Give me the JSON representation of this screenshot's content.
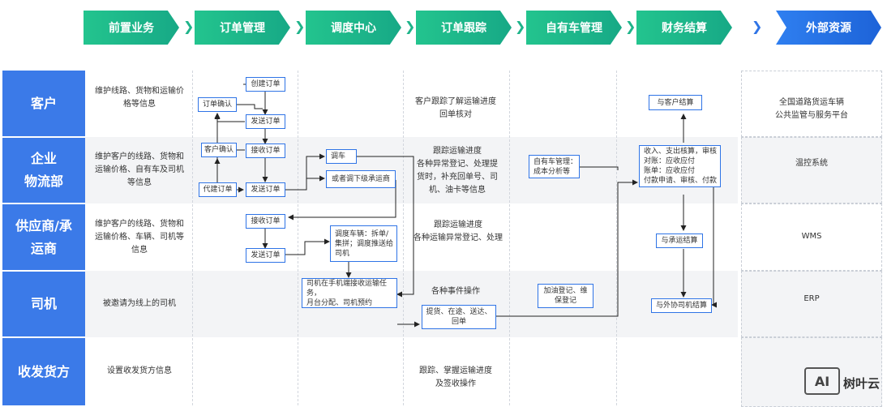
{
  "stages": [
    "前置业务",
    "订单管理",
    "调度中心",
    "订单跟踪",
    "自有车管理",
    "财务结算",
    "外部资源"
  ],
  "rows": [
    "客户",
    "企业\n物流部",
    "供应商/承\n运商",
    "司机",
    "收发货方"
  ],
  "descriptions": {
    "customer": "维护线路、货物和运输价\n格等信息",
    "enterprise": "维护客户的线路、货物和\n运输价格、自有车及司机\n等信息",
    "supplier": "维护客户的线路、货物和\n运输价格、车辆、司机等\n信息",
    "driver": "被邀请为线上的司机",
    "consignee": "设置收发货方信息"
  },
  "order_boxes": {
    "create": "创建订单",
    "confirm": "订单确认",
    "send1": "发送订单",
    "customer_confirm": "客户确认",
    "receive1": "接收订单",
    "proxy": "代建订单",
    "send2": "发送订单",
    "receive2": "接收订单",
    "send3": "发送订单"
  },
  "dispatch_boxes": {
    "dispatch": "调车",
    "subcontract": "或者调下级承运商",
    "vehicle": "调度车辆：拆单/\n集拼；调度推送给\n司机",
    "driver_accept": "司机在手机端接收运输任务，\n月台分配、司机预约"
  },
  "tracking": {
    "customer": "客户跟踪了解运输进度\n回单核对",
    "enterprise": "跟踪运输进度\n各种异常登记、处理提\n货时，补充回单号、司\n机、油卡等信息",
    "supplier": "跟踪运输进度\n各种运输异常登记、处理",
    "driver_ops": "各种事件操作",
    "driver_box": "提货、在途、送达、\n回单",
    "consignee": "跟踪、掌握运输进度\n及签收操作"
  },
  "own_vehicle": {
    "mgmt_box": "自有车管理：\n成本分析等",
    "refuel": "加油登记、维\n保登记"
  },
  "finance": {
    "customer_settle": "与客户结算",
    "summary_box": "收入、支出核算，审核\n对账：应收应付\n账单：应收应付\n付款申请、审核、付款",
    "carrier_settle": "与承运结算",
    "driver_settle": "与外协司机结算"
  },
  "external": [
    "全国道路货运车辆\n公共监管与服务平台",
    "温控系统",
    "WMS",
    "ERP"
  ],
  "watermark": {
    "logo": "AI",
    "brand": "树叶云"
  }
}
